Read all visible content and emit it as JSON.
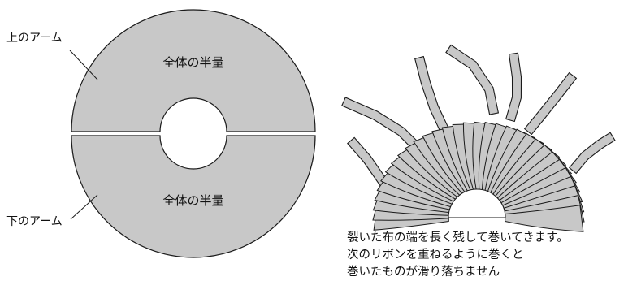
{
  "disc": {
    "upper_arm_label": "上のアーム",
    "lower_arm_label": "下のアーム",
    "upper_half_label": "全体の半量",
    "lower_half_label": "全体の半量",
    "fill_color": "#c8c8c8",
    "stroke_color": "#1a1a1a"
  },
  "coil": {
    "ribbon_fill": "#c8c8c8",
    "ribbon_stroke": "#1a1a1a"
  },
  "caption": {
    "line1": "裂いた布の端を長く残して巻いてきます。",
    "line2": "次のリボンを重ねるように巻くと",
    "line3": "巻いたものが滑り落ちません"
  }
}
